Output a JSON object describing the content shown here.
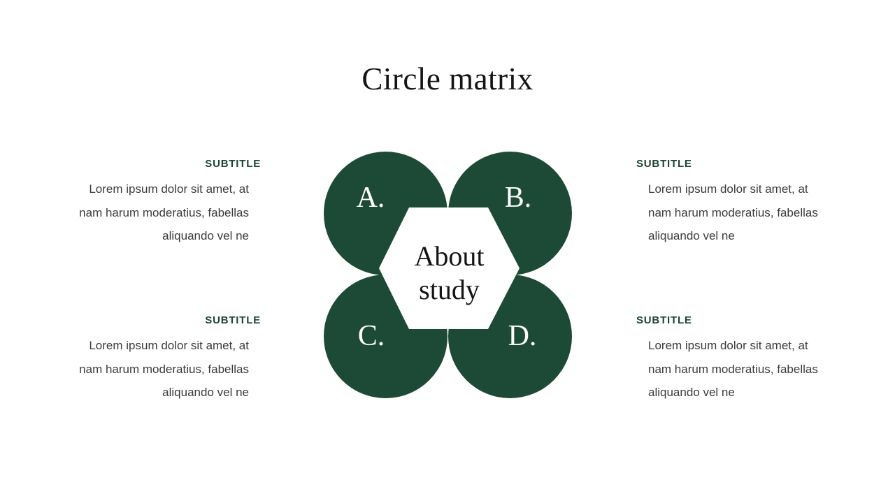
{
  "slide": {
    "title": "Circle matrix",
    "colors": {
      "circle_green": "#1d4a36",
      "subtitle_green": "#1c4533",
      "body_text_gray": "#3b3b3b",
      "title_black": "#141414",
      "background": "#ffffff",
      "circle_letter_white": "#ffffff"
    }
  },
  "diagram": {
    "circles": [
      {
        "id": "a",
        "label": "A."
      },
      {
        "id": "b",
        "label": "B."
      },
      {
        "id": "c",
        "label": "C."
      },
      {
        "id": "d",
        "label": "D."
      }
    ],
    "center": {
      "lines": [
        "About",
        "study"
      ]
    }
  },
  "info_blocks": {
    "top_left": {
      "subtitle": "SUBTITLE",
      "body_lines": [
        "Lorem ipsum dolor sit amet, at",
        "nam harum moderatius, fabellas",
        "aliquando vel ne"
      ]
    },
    "bottom_left": {
      "subtitle": "SUBTITLE",
      "body_lines": [
        "Lorem ipsum dolor sit amet, at",
        "nam harum moderatius, fabellas",
        "aliquando vel ne"
      ]
    },
    "top_right": {
      "subtitle": "SUBTITLE",
      "body_lines": [
        "Lorem ipsum dolor sit amet, at",
        "nam harum moderatius, fabellas",
        "aliquando vel ne"
      ]
    },
    "bottom_right": {
      "subtitle": "SUBTITLE",
      "body_lines": [
        "Lorem ipsum dolor sit amet, at",
        "nam harum moderatius, fabellas",
        "aliquando vel ne"
      ]
    }
  }
}
